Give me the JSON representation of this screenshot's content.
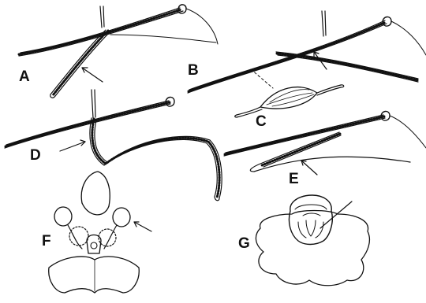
{
  "figure": {
    "panels": [
      {
        "id": "A",
        "label": "A"
      },
      {
        "id": "B",
        "label": "B"
      },
      {
        "id": "C",
        "label": "C"
      },
      {
        "id": "D",
        "label": "D"
      },
      {
        "id": "E",
        "label": "E"
      },
      {
        "id": "F",
        "label": "F"
      },
      {
        "id": "G",
        "label": "G"
      }
    ],
    "ink_color": "#111111",
    "background": "#ffffff"
  }
}
